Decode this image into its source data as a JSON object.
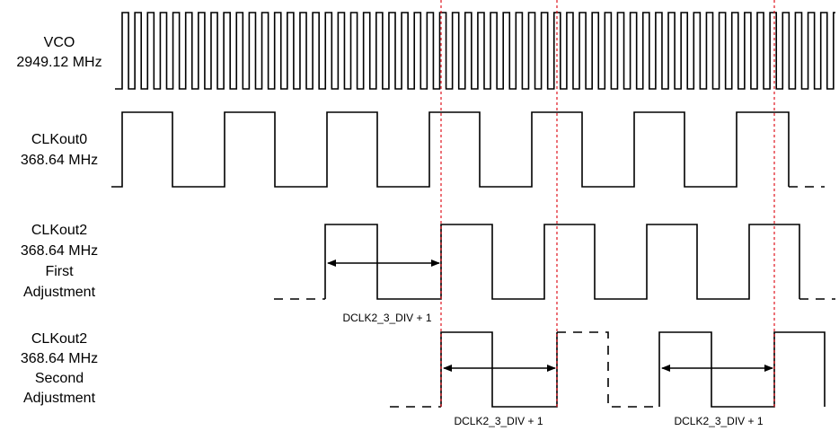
{
  "signals": [
    {
      "id": "vco",
      "lines": [
        "VCO",
        "2949.12 MHz"
      ]
    },
    {
      "id": "clkout0",
      "lines": [
        "CLKout0",
        "368.64 MHz"
      ]
    },
    {
      "id": "clkout2-first",
      "lines": [
        "CLKout2",
        "368.64 MHz",
        "First",
        "Adjustment"
      ]
    },
    {
      "id": "clkout2-second",
      "lines": [
        "CLKout2",
        "368.64 MHz",
        "Second",
        "Adjustment"
      ]
    }
  ],
  "annotations": {
    "first_adjustment": "DCLK2_3_DIV + 1",
    "second_adjustment_a": "DCLK2_3_DIV + 1",
    "second_adjustment_b": "DCLK2_3_DIV + 1"
  },
  "colors": {
    "waveform": "#000000",
    "marker": "#e0141e"
  }
}
